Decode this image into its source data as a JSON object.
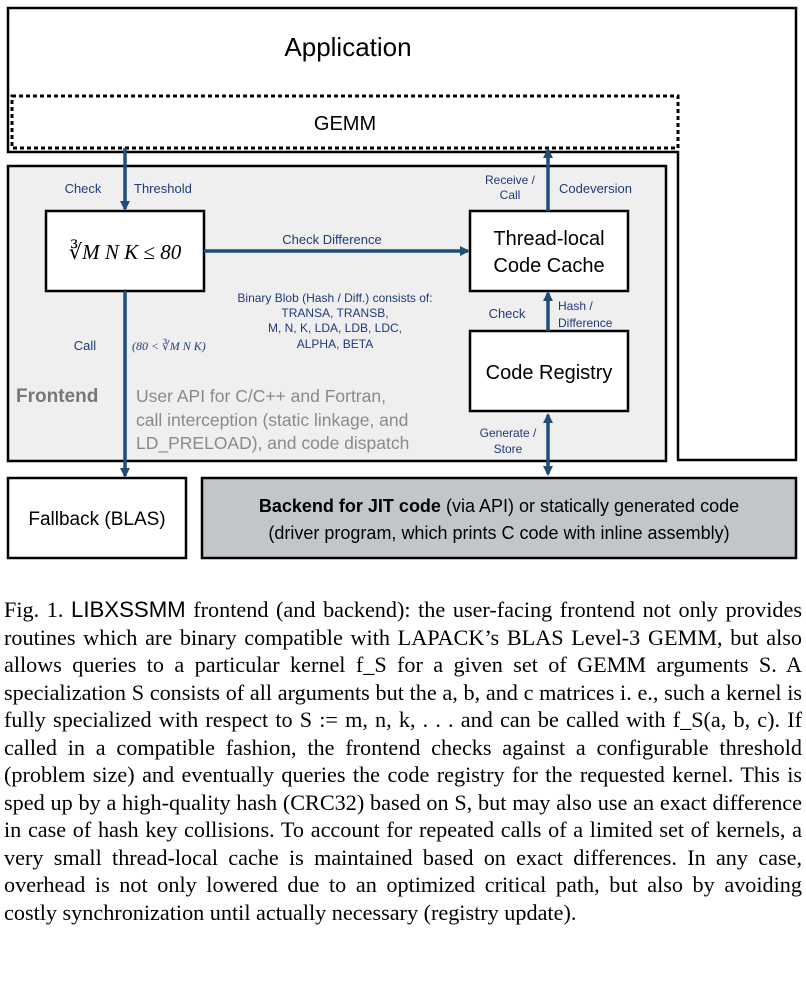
{
  "diagram": {
    "application_label": "Application",
    "gemm_label": "GEMM",
    "check_label": "Check",
    "threshold_label": "Threshold",
    "receive_call_label": [
      "Receive /",
      "Call"
    ],
    "codeversion_label": "Codeversion",
    "formula_label": "∛M N K ≤ 80",
    "check_difference_label": "Check Difference",
    "code_cache_label": [
      "Thread-local",
      "Code Cache"
    ],
    "blob_note": [
      "Binary Blob (Hash / Diff.) consists of:",
      "TRANSA, TRANSB,",
      "M, N, K, LDA, LDB, LDC,",
      "ALPHA, BETA"
    ],
    "check2_label": "Check",
    "hash_difference_label": [
      "Hash /",
      "Difference"
    ],
    "call_label": "Call",
    "call_condition_label": "(80 < ∛M N K)",
    "code_registry_label": "Code Registry",
    "frontend_label": "Frontend",
    "frontend_desc": [
      "User API for C/C++ and Fortran,",
      "call interception (static linkage, and",
      "LD_PRELOAD), and code dispatch"
    ],
    "generate_store_label": [
      "Generate /",
      "Store"
    ],
    "fallback_label": "Fallback (BLAS)",
    "backend_bold": "Backend for JIT code",
    "backend_rest": " (via API) or statically generated code",
    "backend_line2": "(driver program, which prints C code with inline assembly)"
  },
  "caption": {
    "fig": "Fig. 1.",
    "name": "LIBXSSMM",
    "text": " frontend (and backend): the user-facing frontend not only provides routines which are binary compatible with LAPACK’s BLAS Level-3 GEMM, but also allows queries to a particular kernel f_S for a given set of GEMM arguments S. A specialization S consists of all arguments but the a, b, and c matrices i. e., such a kernel is fully specialized with respect to S := m, n, k, . . . and can be called with f_S(a, b, c). If called in a compatible fashion, the frontend checks against a configurable threshold (problem size) and eventually queries the code registry for the requested kernel. This is sped up by a high-quality hash (CRC32) based on S, but may also use an exact difference in case of hash key collisions. To account for repeated calls of a limited set of kernels, a very small thread-local cache is maintained based on exact differences. In any case, overhead is not only lowered due to an optimized critical path, but also by avoiding costly synchronization until actually necessary (registry update)."
  },
  "colors": {
    "frontend_bg": "#efefef",
    "backend_bg": "#c3c6c9",
    "arrow": "#1f4e79",
    "label_blue": "#1f3a7a",
    "frontend_label": "#777777"
  }
}
